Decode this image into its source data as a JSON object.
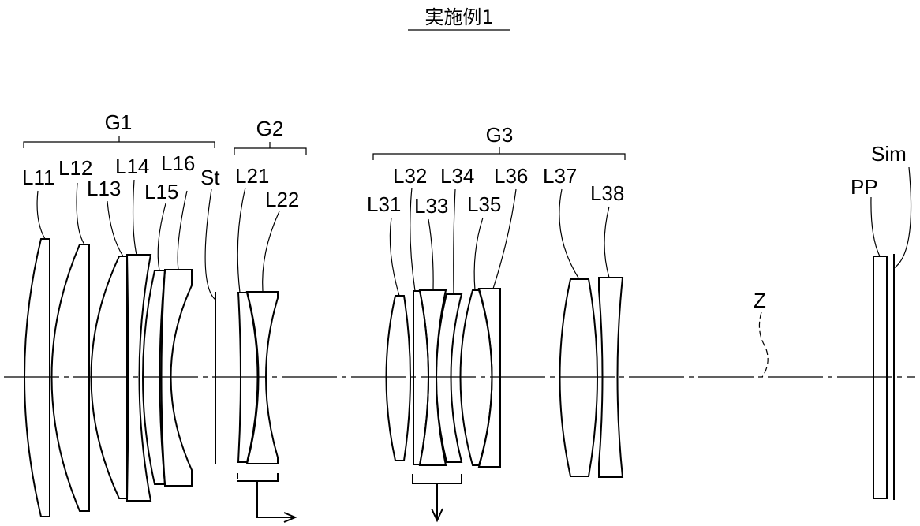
{
  "title": "実施例1",
  "groups": {
    "g1": "G1",
    "g2": "G2",
    "g3": "G3"
  },
  "lenses": {
    "l11": "L11",
    "l12": "L12",
    "l13": "L13",
    "l14": "L14",
    "l15": "L15",
    "l16": "L16",
    "st": "St",
    "l21": "L21",
    "l22": "L22",
    "l31": "L31",
    "l32": "L32",
    "l33": "L33",
    "l34": "L34",
    "l35": "L35",
    "l36": "L36",
    "l37": "L37",
    "l38": "L38"
  },
  "optical_axis": "Z",
  "plate": "PP",
  "image_plane": "Sim"
}
